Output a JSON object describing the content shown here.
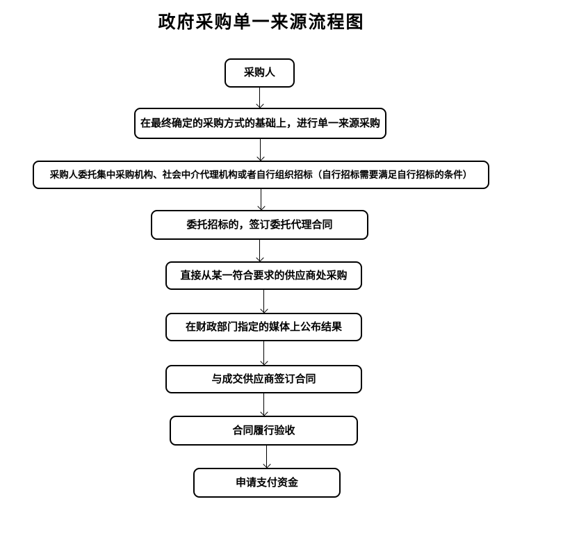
{
  "title": "政府采购单一来源流程图",
  "diagram_type": "flowchart",
  "flow_direction": "top-to-bottom",
  "colors": {
    "background": "#ffffff",
    "line": "#000000",
    "text": "#000000",
    "box_fill": "#ffffff"
  },
  "nodes": [
    {
      "id": "purchaser",
      "label": "采购人",
      "shape": "rounded-rectangle"
    },
    {
      "id": "single-source-basis",
      "label": "在最终确定的采购方式的基础上，进行单一来源采购",
      "shape": "rounded-rectangle"
    },
    {
      "id": "entrust-or-self-tender",
      "label": "采购人委托集中采购机构、社会中介代理机构或者自行组织招标（自行招标需要满足自行招标的条件）",
      "shape": "rounded-rectangle"
    },
    {
      "id": "agency-contract",
      "label": "委托招标的，签订委托代理合同",
      "shape": "rounded-rectangle"
    },
    {
      "id": "direct-purchase",
      "label": "直接从某一符合要求的供应商处采购",
      "shape": "rounded-rectangle"
    },
    {
      "id": "publish-result",
      "label": "在财政部门指定的媒体上公布结果",
      "shape": "rounded-rectangle"
    },
    {
      "id": "sign-contract",
      "label": "与成交供应商签订合同",
      "shape": "rounded-rectangle"
    },
    {
      "id": "contract-acceptance",
      "label": "合同履行验收",
      "shape": "rounded-rectangle"
    },
    {
      "id": "payment-request",
      "label": "申请支付资金",
      "shape": "rounded-rectangle"
    }
  ],
  "edges": [
    {
      "from": "purchaser",
      "to": "single-source-basis"
    },
    {
      "from": "single-source-basis",
      "to": "entrust-or-self-tender"
    },
    {
      "from": "entrust-or-self-tender",
      "to": "agency-contract"
    },
    {
      "from": "agency-contract",
      "to": "direct-purchase"
    },
    {
      "from": "direct-purchase",
      "to": "publish-result"
    },
    {
      "from": "publish-result",
      "to": "sign-contract"
    },
    {
      "from": "sign-contract",
      "to": "contract-acceptance"
    },
    {
      "from": "contract-acceptance",
      "to": "payment-request"
    }
  ]
}
